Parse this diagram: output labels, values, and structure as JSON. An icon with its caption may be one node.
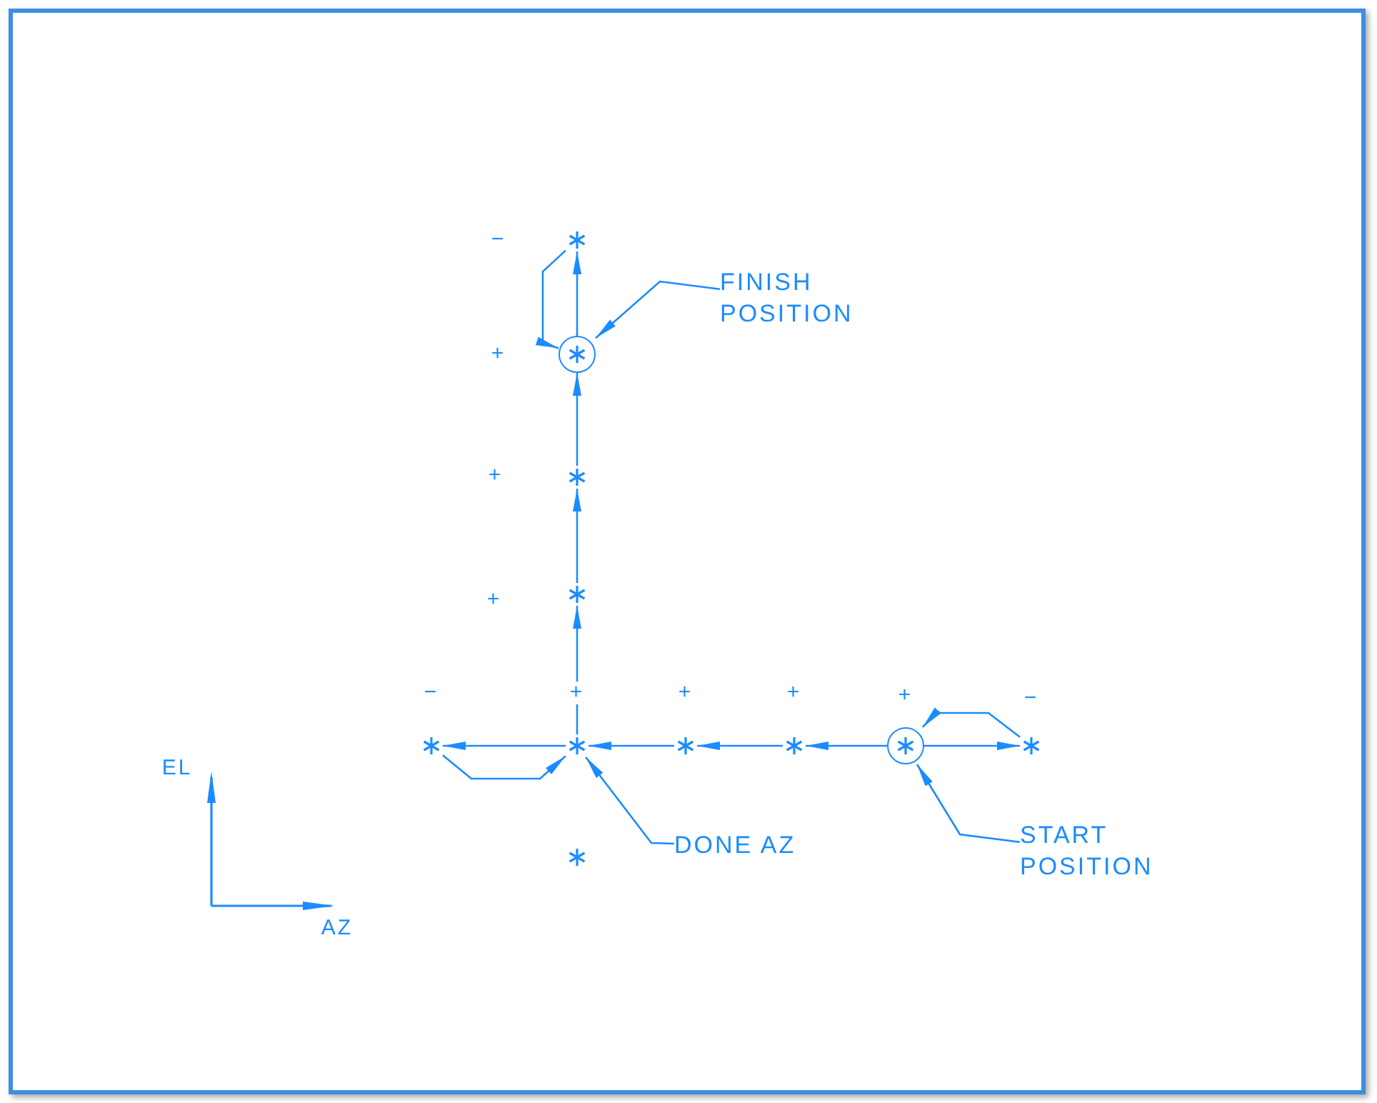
{
  "diagram": {
    "nodes": [
      {
        "text": [],
        "shape": "asterisk"
      },
      {
        "text": [],
        "shape": "circle"
      },
      {
        "text": [],
        "shape": "asterisk"
      },
      {
        "text": [],
        "shape": "asterisk"
      },
      {
        "text": [],
        "shape": "asterisk"
      },
      {
        "text": [],
        "shape": "asterisk"
      },
      {
        "text": [],
        "shape": "asterisk"
      },
      {
        "text": [],
        "shape": "asterisk"
      },
      {
        "text": [],
        "shape": "circle"
      },
      {
        "text": [],
        "shape": "asterisk"
      },
      {
        "text": [],
        "shape": "asterisk"
      },
      {
        "text": [
          "FINISH POSITION"
        ]
      },
      {
        "text": [
          "DONE AZ"
        ]
      },
      {
        "text": [
          "START POSITION"
        ]
      }
    ],
    "edges": [
      {
        "from": 8,
        "to": 7,
        "arrow": "to"
      },
      {
        "from": 7,
        "to": 6,
        "arrow": "to"
      },
      {
        "from": 6,
        "to": 5,
        "arrow": "to"
      },
      {
        "from": 5,
        "to": 4,
        "arrow": "to"
      },
      {
        "from": 4,
        "to": 5,
        "arrow": "to"
      },
      {
        "from": 8,
        "to": 9,
        "arrow": "to"
      },
      {
        "from": 9,
        "to": 8,
        "arrow": "to"
      },
      {
        "from": 5,
        "to": 3,
        "arrow": "to"
      },
      {
        "from": 3,
        "to": 2,
        "arrow": "to"
      },
      {
        "from": 2,
        "to": 1,
        "arrow": "to"
      },
      {
        "from": 1,
        "to": 0,
        "arrow": "to"
      },
      {
        "from": 0,
        "to": 1,
        "arrow": "to"
      },
      {
        "from": 11,
        "to": 1,
        "arrow": "to"
      },
      {
        "from": 12,
        "to": 5,
        "arrow": "to"
      },
      {
        "from": 13,
        "to": 8,
        "arrow": "to"
      }
    ],
    "labels": [
      "−",
      "+",
      "+",
      "+",
      "−",
      "+",
      "+",
      "+",
      "+",
      "−",
      "EL",
      "AZ"
    ]
  }
}
